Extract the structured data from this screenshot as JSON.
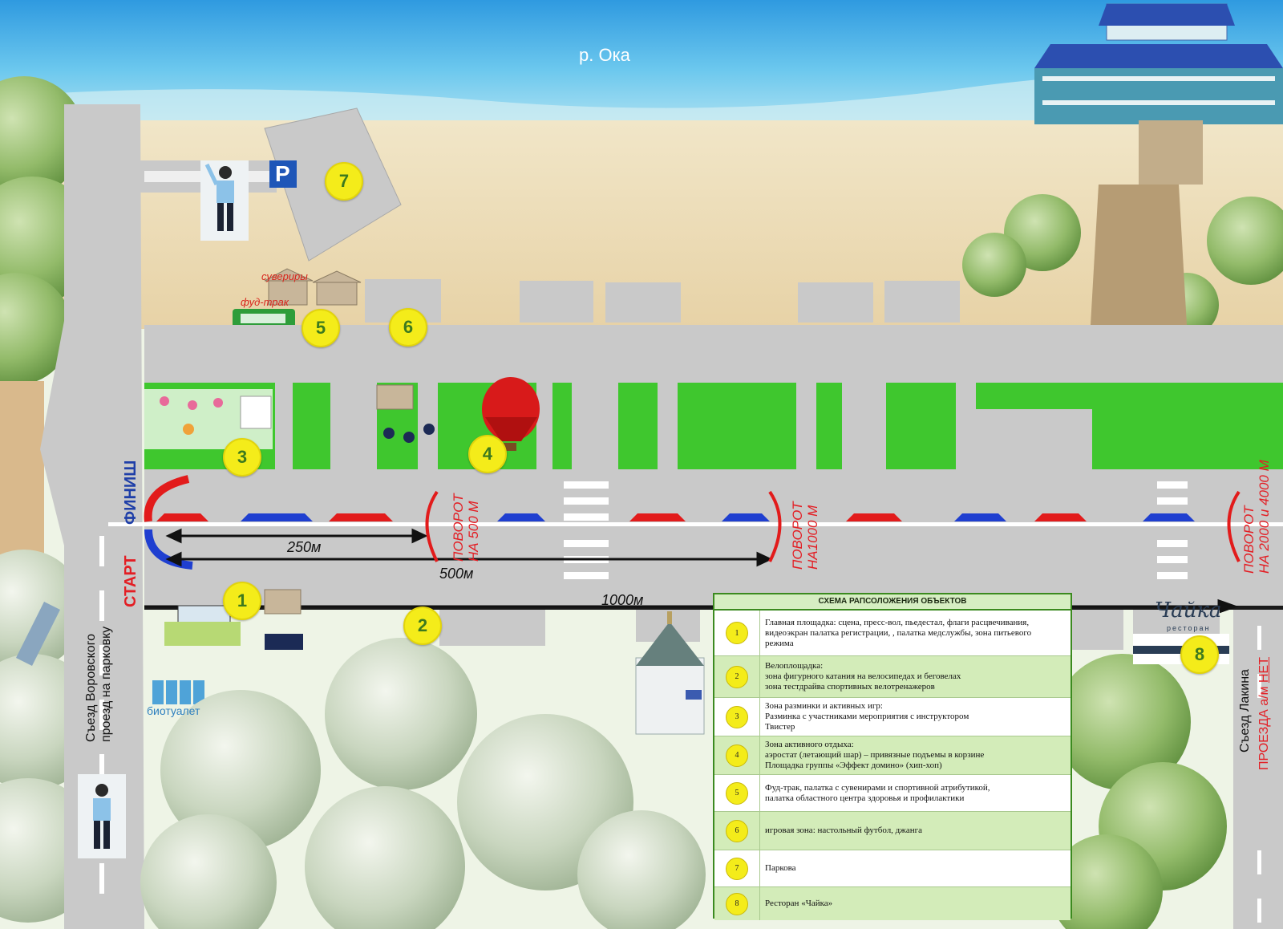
{
  "river_label": "р. Ока",
  "parking_sign": "P",
  "labels": {
    "souvenirs": "сувериры",
    "food_truck": "фуд-трак",
    "finish": "ФИНИШ",
    "start": "СТАРТ",
    "d250": "250м",
    "d500": "500м",
    "d1000": "1000м",
    "turn500": "ПОВОРОТ\nНА 500 М",
    "turn1000": "ПОВОРОТ\nНА1000 М",
    "turn2000": "ПОВОРОТ\nНА 2000 и 4000 М",
    "biotoilet": "биотуалет",
    "exit_vorovskogo": "Съезд Воровского\nпроезд на парковку",
    "exit_lakina": "Съезд Лакина",
    "no_entry_prefix": "ПРОЕЗДА а/м ",
    "no_entry_word": "НЕТ",
    "restaurant_sign": "Чайка",
    "restaurant_sub": "ресторан"
  },
  "markers": [
    "1",
    "2",
    "3",
    "4",
    "5",
    "6",
    "7",
    "8"
  ],
  "legend": {
    "title": "СХЕМА РАПСОЛОЖЕНИЯ ОБЪЕКТОВ",
    "rows": [
      {
        "num": "1",
        "text": "Главная площадка: сцена, пресс-вол, пьедестал, флаги расцвечивания,\nвидеоэкран палатка регистрации, , палатка медслужбы, зона питьевого\nрежима"
      },
      {
        "num": "2",
        "text": "Велоплощадка:\nзона фигурного катания на велосипедах и беговелах\nзона тестдрайва спортивных велотренажеров"
      },
      {
        "num": "3",
        "text": "Зона разминки и активных игр:\nРазминка с участниками мероприятия с инструктором\nТвистер"
      },
      {
        "num": "4",
        "text": "Зона активного отдыха:\nаэростат (летающий шар) – привязные подъемы в корзине\nПлощадка группы «Эффект домино» (хип-хоп)"
      },
      {
        "num": "5",
        "text": "Фуд-трак, палатка с сувенирами и спортивной атрибутикой,\nпалатка областного центра здоровья и профилактики"
      },
      {
        "num": "6",
        "text": "игровая зона: настольный футбол, джанга"
      },
      {
        "num": "7",
        "text": "Паркова"
      },
      {
        "num": "8",
        "text": "Ресторан «Чайка»"
      }
    ]
  },
  "colors": {
    "road": "#c9c9c9",
    "grass": "#3fc72e",
    "sand": "#ecdcb6",
    "sea": "#57b8e6",
    "marker": "#f4ec1a",
    "red_text": "#e31e24",
    "blue_text": "#1f3fa8",
    "green_text": "#2d7fbf"
  }
}
